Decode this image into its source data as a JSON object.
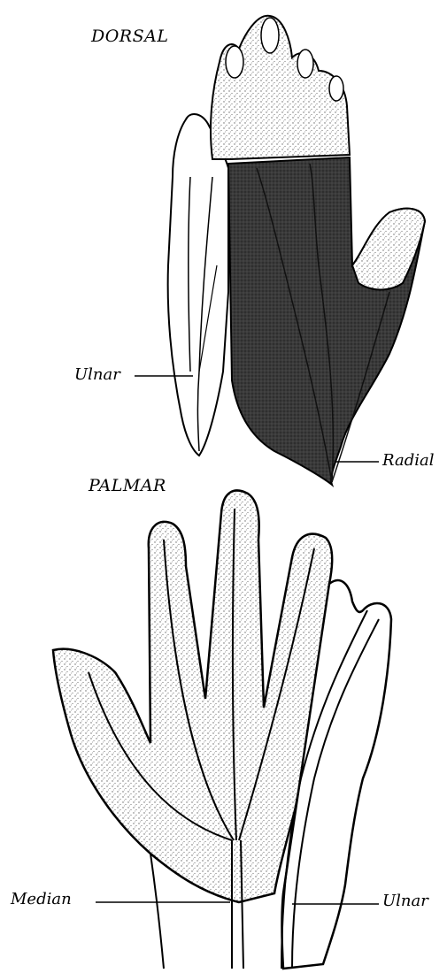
{
  "dorsal": {
    "title": "DORSAL",
    "labels": {
      "ulnar": "Ulnar",
      "radial": "Radial"
    }
  },
  "palmar": {
    "title": "PALMAR",
    "labels": {
      "median": "Median",
      "ulnar": "Ulnar"
    }
  },
  "colors": {
    "ink": "#000000",
    "shade_dark": "#2a2a2a",
    "stipple": "#7a7a7a",
    "paper": "#ffffff"
  }
}
